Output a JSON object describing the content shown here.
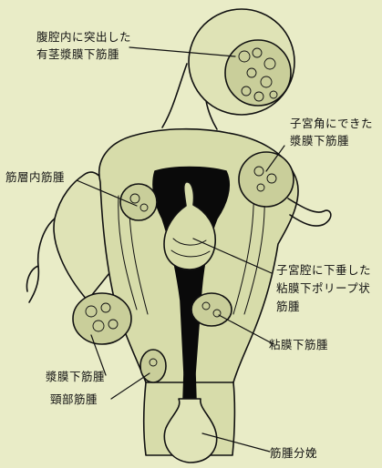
{
  "labels": {
    "pedunculated_subserosal_line1": "腹腔内に突出した",
    "pedunculated_subserosal_line2": "有茎漿膜下筋腫",
    "cornual_subserosal_line1": "子宮角にできた",
    "cornual_subserosal_line2": "漿膜下筋腫",
    "intramural": "筋層内筋腫",
    "submucosal_polyp_line1": "子宮腔に下垂した",
    "submucosal_polyp_line2": "粘膜下ポリープ状",
    "submucosal_polyp_line3": "筋腫",
    "submucosal": "粘膜下筋腫",
    "subserosal": "漿膜下筋腫",
    "cervical": "頸部筋腫",
    "myoma_delivery": "筋腫分娩"
  },
  "colors": {
    "background": "#e9ecc7",
    "ink": "#111111",
    "cavity": "#0a0a0a"
  }
}
